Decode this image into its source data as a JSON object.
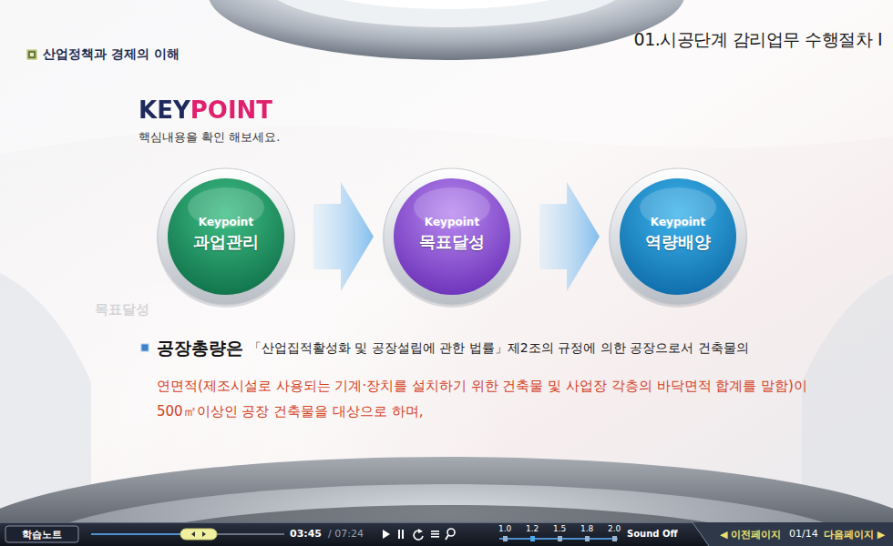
{
  "diagram": {
    "title": "01.시공단계 감리업무 수행절차 I",
    "nodes": [
      {
        "text": [
          "Keypoint",
          "과업관리"
        ]
      },
      {
        "text": [
          "Keypoint",
          "목표달성"
        ]
      },
      {
        "text": [
          "Keypoint",
          "역량배양"
        ]
      }
    ],
    "edges": [
      {
        "from": 0,
        "to": 1,
        "arrow": "to"
      },
      {
        "from": 1,
        "to": 2,
        "arrow": "to"
      }
    ],
    "labels": [
      "산업정책과 경제의 이해",
      "KEYPOINT",
      "핵심내용을 확인 해보세요.",
      "목표달성",
      "공장총량은",
      "「산업집적활성화 및 공장설립에 관한 법률」제2조의 규정에 의한 공장으로서 건축물의",
      "연면적(제조시설로 사용되는 기계·장치를 설치하기 위한 건축물 및 사업장 각층의 바닥면적 합계를 말함)이 500㎡이상인 공장 건축물을 대상으로 하며,",
      "학습노트",
      "03:45",
      "/ 07:24",
      "1.0",
      "1.2",
      "1.5",
      "1.8",
      "2.0",
      "Sound Off",
      "◀ 이전페이지",
      "01/14",
      "다음페이지 ▶"
    ]
  }
}
